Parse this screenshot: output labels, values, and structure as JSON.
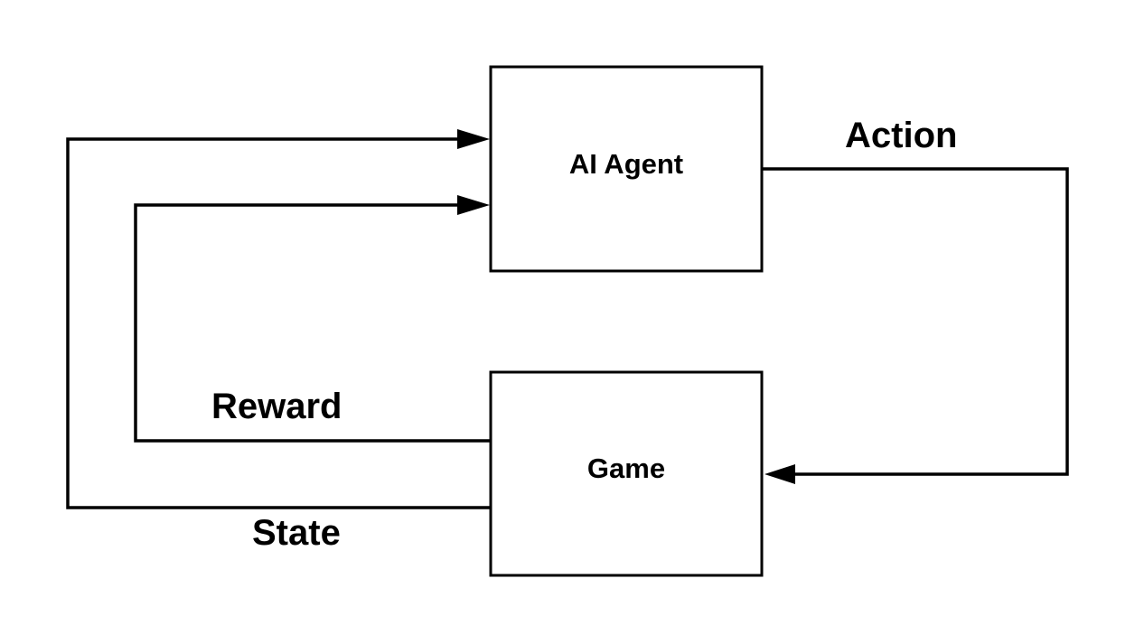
{
  "nodes": {
    "agent": {
      "label": "AI Agent"
    },
    "game": {
      "label": "Game"
    }
  },
  "edges": {
    "action": {
      "label": "Action",
      "from": "agent",
      "to": "game"
    },
    "reward": {
      "label": "Reward",
      "from": "game",
      "to": "agent"
    },
    "state": {
      "label": "State",
      "from": "game",
      "to": "agent"
    }
  },
  "colors": {
    "stroke": "#000000",
    "background": "#ffffff"
  }
}
